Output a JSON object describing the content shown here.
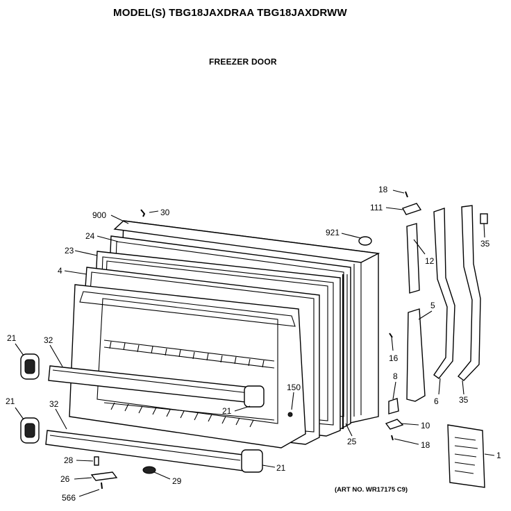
{
  "header": {
    "model_line": "MODEL(S) TBG18JAXDRAA  TBG18JAXDRWW",
    "section_title": "FREEZER DOOR"
  },
  "art_number": "(ART NO. WR17175 C9)",
  "callouts": [
    {
      "id": "c900",
      "text": "900"
    },
    {
      "id": "c30",
      "text": "30"
    },
    {
      "id": "c24",
      "text": "24"
    },
    {
      "id": "c23",
      "text": "23"
    },
    {
      "id": "c4",
      "text": "4"
    },
    {
      "id": "c921",
      "text": "921"
    },
    {
      "id": "c18a",
      "text": "18"
    },
    {
      "id": "c111",
      "text": "111"
    },
    {
      "id": "c12",
      "text": "12"
    },
    {
      "id": "c35a",
      "text": "35"
    },
    {
      "id": "c5",
      "text": "5"
    },
    {
      "id": "c16",
      "text": "16"
    },
    {
      "id": "c8",
      "text": "8"
    },
    {
      "id": "c6",
      "text": "6"
    },
    {
      "id": "c35b",
      "text": "35"
    },
    {
      "id": "c10",
      "text": "10"
    },
    {
      "id": "c18b",
      "text": "18"
    },
    {
      "id": "c1",
      "text": "1"
    },
    {
      "id": "c21a",
      "text": "21"
    },
    {
      "id": "c32a",
      "text": "32"
    },
    {
      "id": "c21b",
      "text": "21"
    },
    {
      "id": "c32b",
      "text": "32"
    },
    {
      "id": "c150",
      "text": "150"
    },
    {
      "id": "c21c",
      "text": "21"
    },
    {
      "id": "c25",
      "text": "25"
    },
    {
      "id": "c21d",
      "text": "21"
    },
    {
      "id": "c28",
      "text": "28"
    },
    {
      "id": "c26",
      "text": "26"
    },
    {
      "id": "c29",
      "text": "29"
    },
    {
      "id": "c566",
      "text": "566"
    }
  ]
}
